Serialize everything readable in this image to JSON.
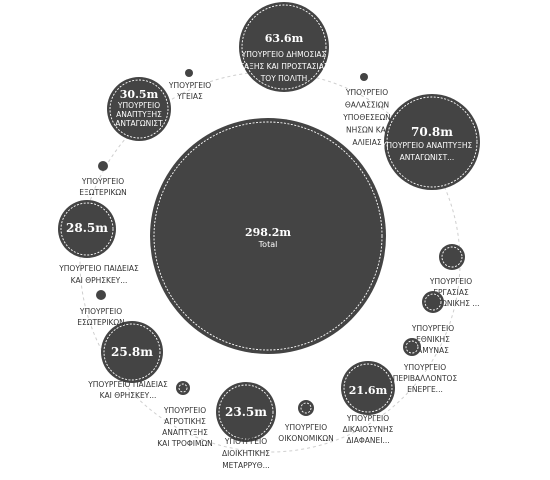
{
  "chart_data": {
    "type": "bubble",
    "total": {
      "value": "298.2m",
      "label": "Total"
    },
    "items": [
      {
        "value": "63.6m",
        "label": [
          "ΥΠΟΥΡΓΕΙΟ ΔΗΜΟΣΙΑΣ",
          "ΤΑΞΗΣ ΚΑΙ ΠΡΟΣΤΑΣΙΑΣ",
          "ΤΟΥ ΠΟΛΙΤΗ"
        ]
      },
      {
        "value": "",
        "label": [
          "ΥΠΟΥΡΓΕΙΟ",
          "ΘΑΛΑΣΣΙΩΝ",
          "ΥΠΟΘΕΣΕΩΝ",
          "ΝΗΣΩΝ ΚΑΙ",
          "ΑΛΙΕΙΑΣ"
        ]
      },
      {
        "value": "70.8m",
        "label": [
          "ΥΠΟΥΡΓΕΙΟ ΑΝΑΠΤΥΞΗΣ",
          "ΑΝΤΑΓΩΝΙΣΤ..."
        ]
      },
      {
        "value": "",
        "label": [
          "ΥΠΟΥΡΓΕΙΟ",
          "ΕΡΓΑΣΙΑΣ",
          "ΚΟΙΝΩΝΙΚΗΣ ..."
        ]
      },
      {
        "value": "",
        "label": [
          "ΥΠΟΥΡΓΕΙΟ",
          "ΕΘΝΙΚΗΣ",
          "ΑΜΥΝΑΣ"
        ]
      },
      {
        "value": "",
        "label": [
          "ΥΠΟΥΡΓΕΙΟ",
          "ΠΕΡΙΒΑΛΛΟΝΤΟΣ",
          "ΕΝΕΡΓΕ..."
        ]
      },
      {
        "value": "21.6m",
        "label": [
          "ΥΠΟΥΡΓΕΙΟ",
          "ΔΙΚΑΙΟΣΥΝΗΣ",
          "ΔΙΑΦΑΝΕΙ..."
        ]
      },
      {
        "value": "",
        "label": [
          "ΥΠΟΥΡΓΕΙΟ",
          "ΟΙΚΟΝΟΜΙΚΩΝ"
        ]
      },
      {
        "value": "23.5m",
        "label": [
          "ΥΠΟΥΡΓΕΙΟ",
          "ΔΙΟΙΚΗΤΙΚΗΣ",
          "ΜΕΤΑΡΡΥΘ..."
        ]
      },
      {
        "value": "",
        "label": [
          "ΥΠΟΥΡΓΕΙΟ",
          "ΑΓΡΟΤΙΚΗΣ",
          "ΑΝΑΠΤΥΞΗΣ",
          "ΚΑΙ ΤΡΟΦΙΜΩΝ"
        ]
      },
      {
        "value": "",
        "label": [
          "ΥΠΟΥΡΓΕΙΟ ΠΑΙΔΕΙΑΣ",
          "ΚΑΙ ΘΡΗΣΚΕΥ..."
        ]
      },
      {
        "value": "25.8m",
        "label": []
      },
      {
        "value": "",
        "label": [
          "ΥΠΟΥΡΓΕΙΟ",
          "ΕΣΩΤΕΡΙΚΩΝ"
        ]
      },
      {
        "value": "28.5m",
        "label": [
          "ΥΠΟΥΡΓΕΙΟ ΠΑΙΔΕΙΑΣ",
          "ΚΑΙ ΘΡΗΣΚΕΥ..."
        ]
      },
      {
        "value": "",
        "label": [
          "ΥΠΟΥΡΓΕΙΟ",
          "ΕΞΩΤΕΡΙΚΩΝ"
        ]
      },
      {
        "value": "30.5m",
        "label": [
          "ΥΠΟΥΡΓΕΙΟ",
          "ΑΝΑΠΤΥΞΗΣ",
          "ΑΝΤΑΓΩΝΙΣΤ"
        ]
      },
      {
        "value": "",
        "label": [
          "ΥΠΟΥΡΓΕΙΟ",
          "ΥΓΕΙΑΣ"
        ]
      }
    ]
  }
}
